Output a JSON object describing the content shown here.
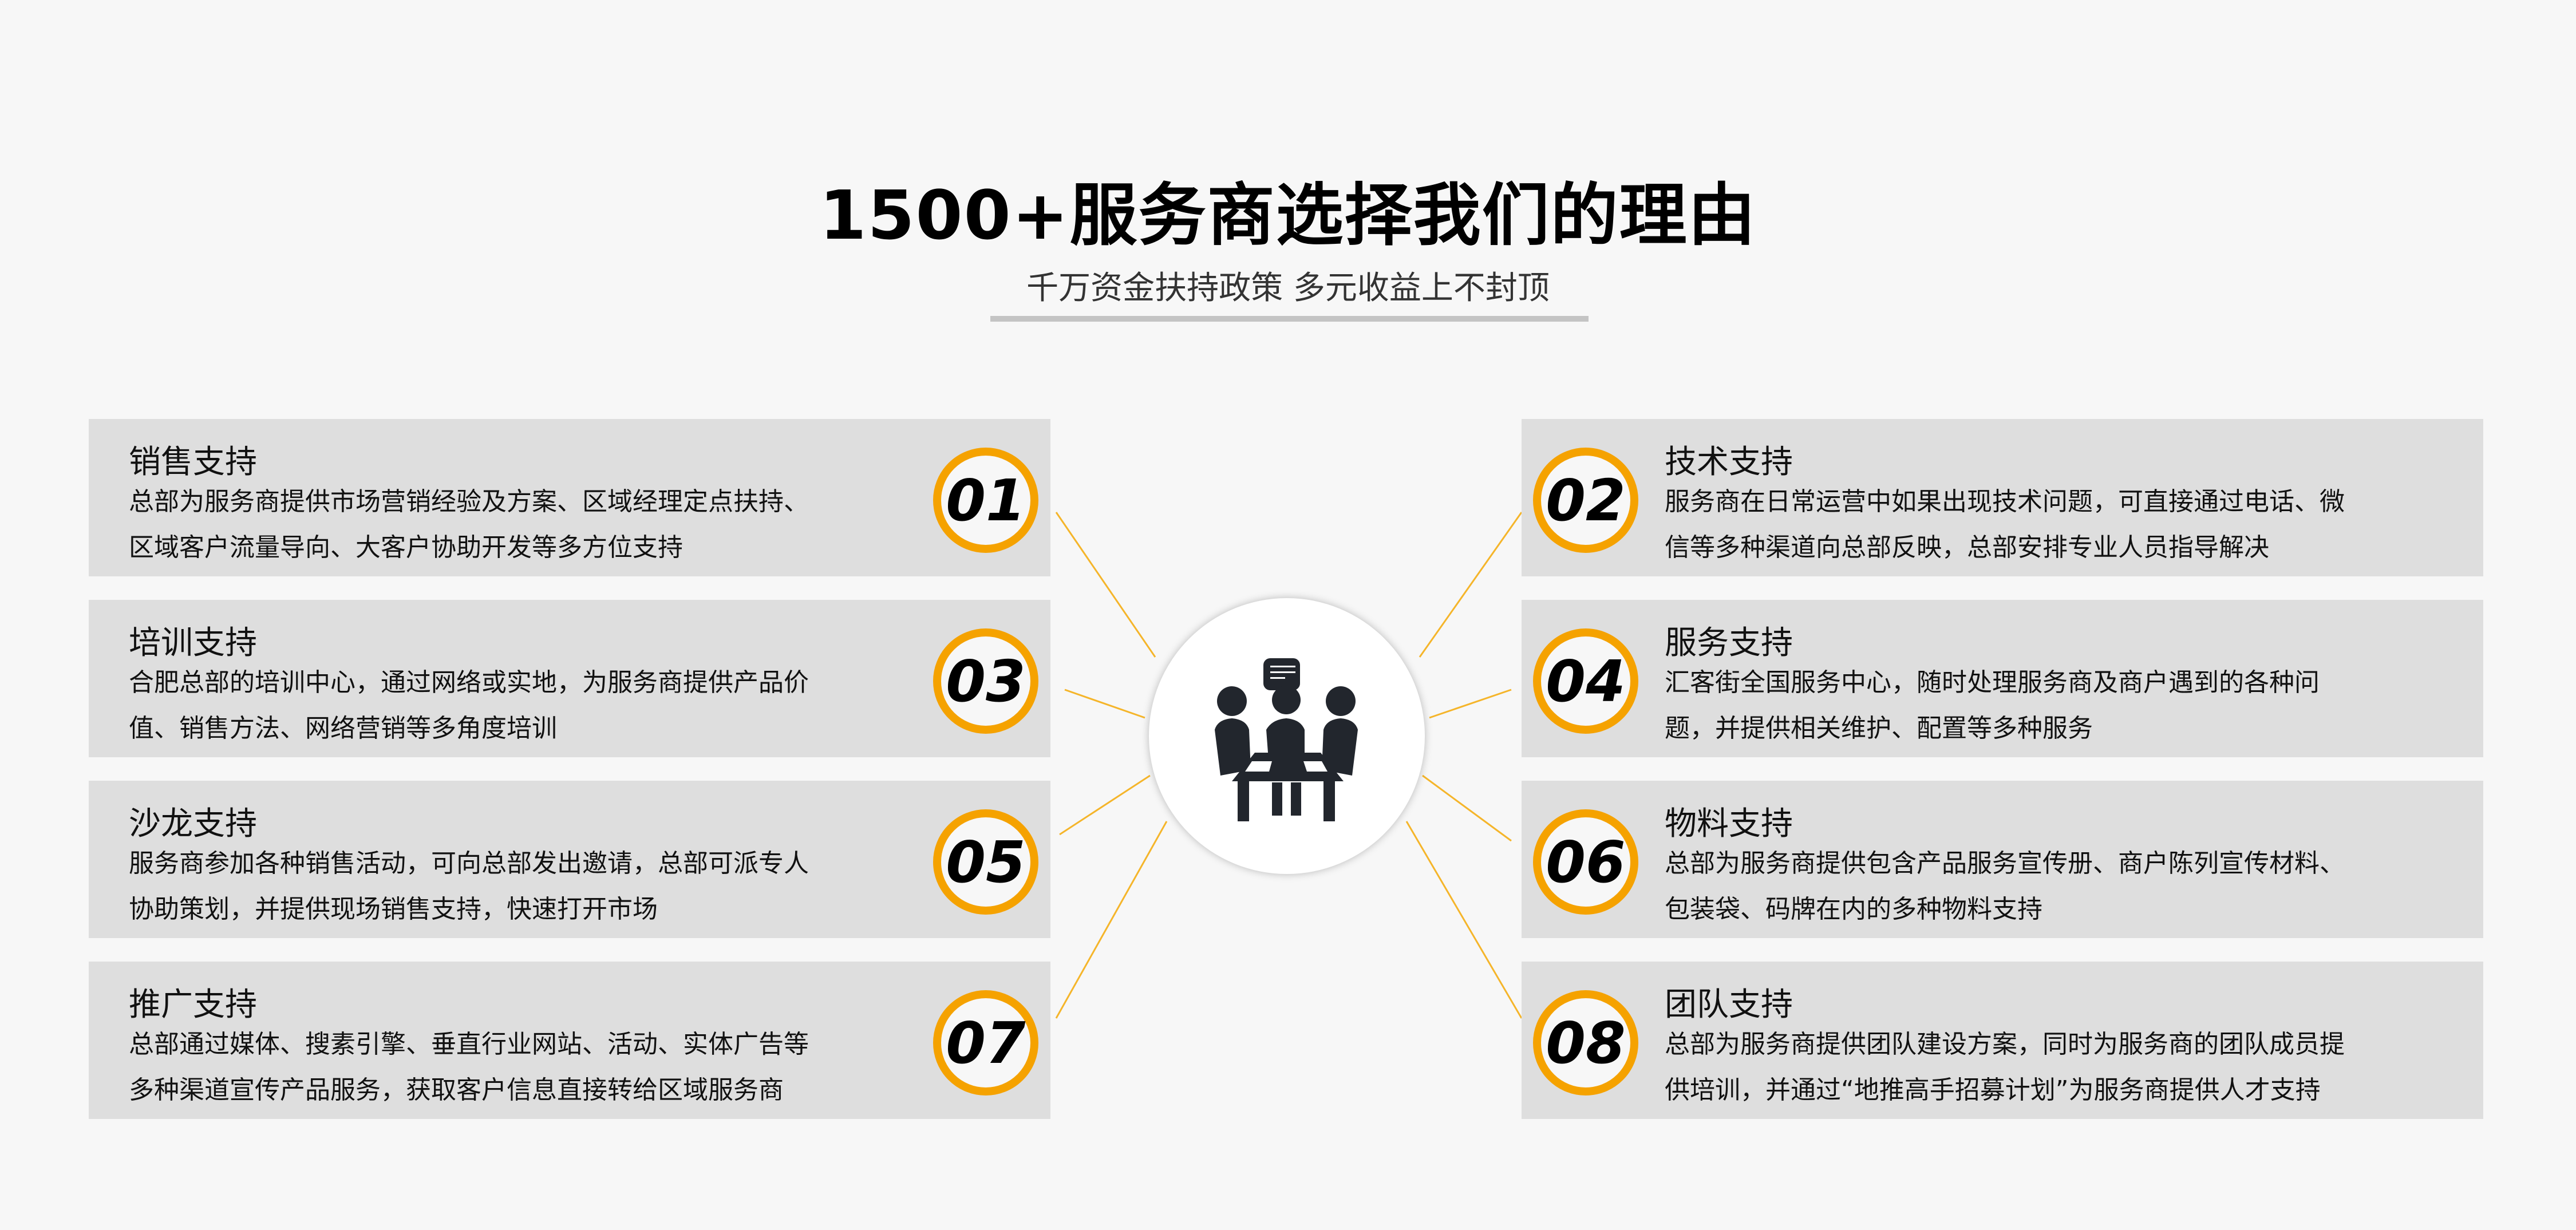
{
  "header": {
    "title": "1500+服务商选择我们的理由",
    "subtitle": "千万资金扶持政策  多元收益上不封顶"
  },
  "colors": {
    "accent": "#f5a200",
    "panel": "#dedede",
    "background": "#f7f7f7"
  },
  "hub_icon": "business-meeting-icon",
  "items": [
    {
      "num": "01",
      "title": "销售支持",
      "lines": [
        "总部为服务商提供市场营销经验及方案、区域经理定点扶持、",
        "区域客户流量导向、大客户协助开发等多方位支持"
      ]
    },
    {
      "num": "02",
      "title": "技术支持",
      "lines": [
        "服务商在日常运营中如果出现技术问题，可直接通过电话、微",
        "信等多种渠道向总部反映，总部安排专业人员指导解决"
      ]
    },
    {
      "num": "03",
      "title": "培训支持",
      "lines": [
        "合肥总部的培训中心，通过网络或实地，为服务商提供产品价",
        "值、销售方法、网络营销等多角度培训"
      ]
    },
    {
      "num": "04",
      "title": "服务支持",
      "lines": [
        "汇客街全国服务中心，随时处理服务商及商户遇到的各种问",
        "题，并提供相关维护、配置等多种服务"
      ]
    },
    {
      "num": "05",
      "title": "沙龙支持",
      "lines": [
        "服务商参加各种销售活动，可向总部发出邀请，总部可派专人",
        "协助策划，并提供现场销售支持，快速打开市场"
      ]
    },
    {
      "num": "06",
      "title": "物料支持",
      "lines": [
        "总部为服务商提供包含产品服务宣传册、商户陈列宣传材料、",
        "包装袋、码牌在内的多种物料支持"
      ]
    },
    {
      "num": "07",
      "title": "推广支持",
      "lines": [
        "总部通过媒体、搜素引擎、垂直行业网站、活动、实体广告等",
        "多种渠道宣传产品服务，获取客户信息直接转给区域服务商"
      ]
    },
    {
      "num": "08",
      "title": "团队支持",
      "lines": [
        "总部为服务商提供团队建设方案，同时为服务商的团队成员提",
        "供培训，并通过“地推高手招募计划”为服务商提供人才支持"
      ]
    }
  ]
}
